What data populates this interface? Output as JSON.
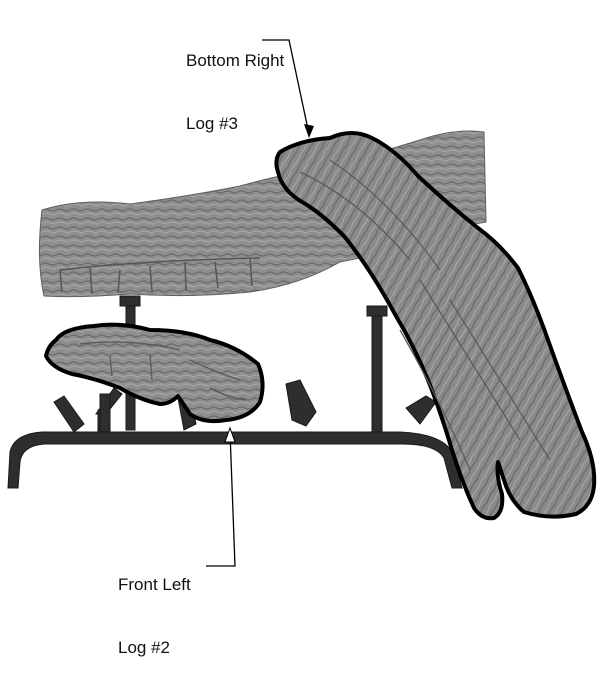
{
  "labels": {
    "bottom_right_line1": "Bottom Right",
    "bottom_right_line2": "Log #3",
    "front_left_line1": "Front Left",
    "front_left_line2": "Log #2"
  },
  "colors": {
    "outline": "#000000",
    "log_fill": "#8c8c8c",
    "grate": "#2e2e2e",
    "background": "#ffffff"
  }
}
